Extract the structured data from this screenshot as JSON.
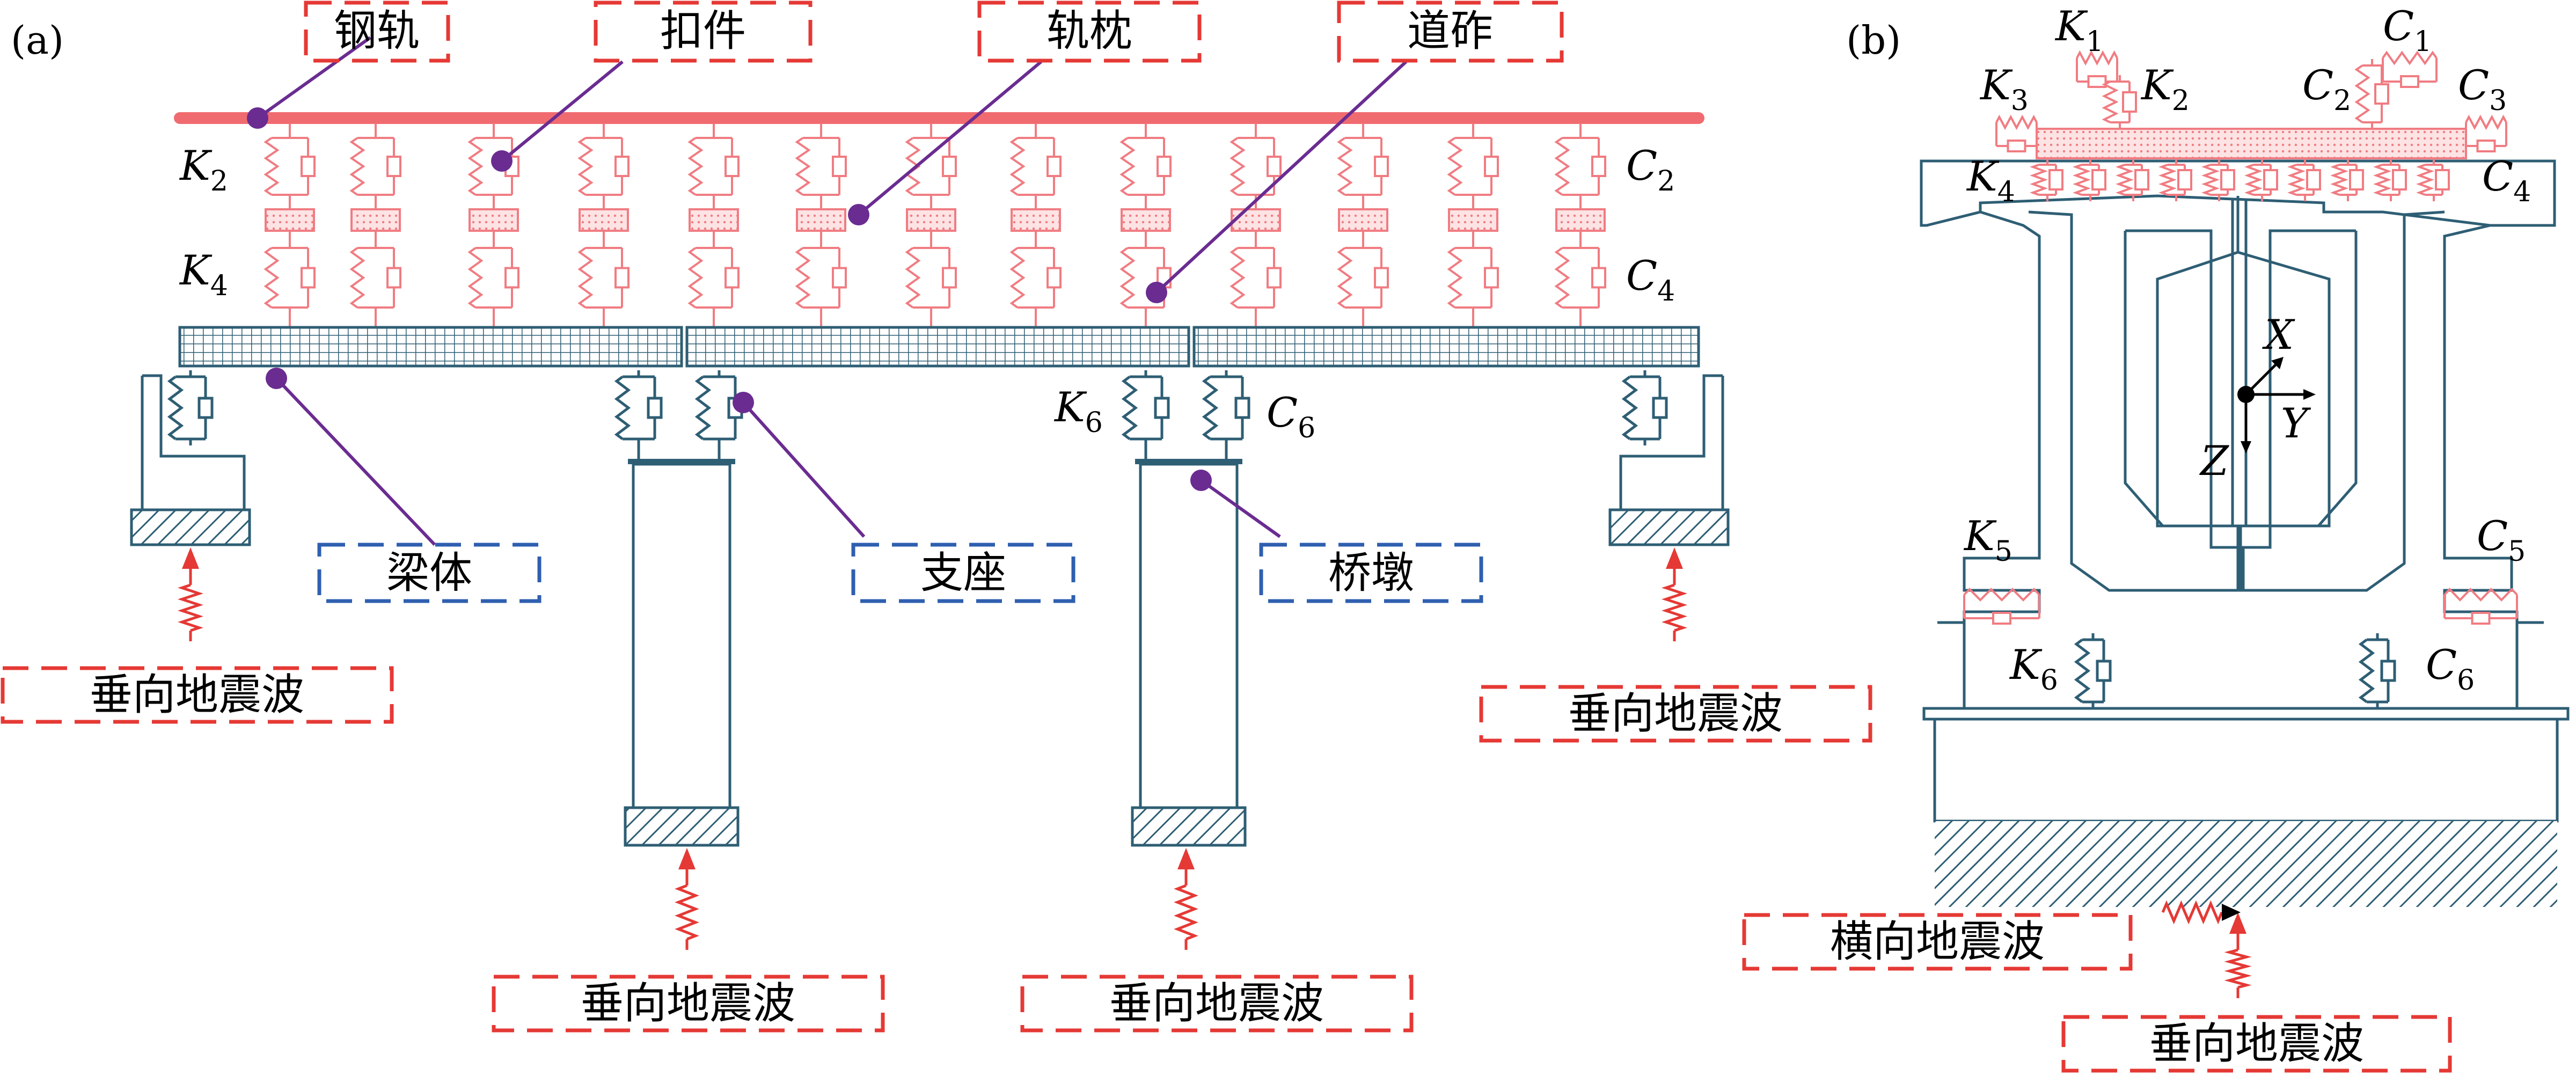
{
  "panels": {
    "a": "(a)",
    "b": "(b)"
  },
  "components_a": {
    "rail": "钢轨",
    "fastener": "扣件",
    "sleeper": "轨枕",
    "ballast": "道砟",
    "beam": "梁体",
    "bearing": "支座",
    "pier": "桥墩"
  },
  "excitation": {
    "vertical": "垂向地震波",
    "lateral": "横向地震波"
  },
  "symbols_a": {
    "K2": {
      "base": "K",
      "sub": "2"
    },
    "K4": {
      "base": "K",
      "sub": "4"
    },
    "C2": {
      "base": "C",
      "sub": "2"
    },
    "C4": {
      "base": "C",
      "sub": "4"
    },
    "K6": {
      "base": "K",
      "sub": "6"
    },
    "C6": {
      "base": "C",
      "sub": "6"
    }
  },
  "symbols_b": {
    "K1": {
      "base": "K",
      "sub": "1"
    },
    "C1": {
      "base": "C",
      "sub": "1"
    },
    "K2": {
      "base": "K",
      "sub": "2"
    },
    "C2": {
      "base": "C",
      "sub": "2"
    },
    "K3": {
      "base": "K",
      "sub": "3"
    },
    "C3": {
      "base": "C",
      "sub": "3"
    },
    "K4": {
      "base": "K",
      "sub": "4"
    },
    "C4": {
      "base": "C",
      "sub": "4"
    },
    "K5": {
      "base": "K",
      "sub": "5"
    },
    "C5": {
      "base": "C",
      "sub": "5"
    },
    "K6": {
      "base": "K",
      "sub": "6"
    },
    "C6": {
      "base": "C",
      "sub": "6"
    }
  },
  "axes": {
    "x": "X",
    "y": "Y",
    "z": "Z"
  },
  "colors": {
    "rail": "#f06b70",
    "spring": "#f07c82",
    "structure": "#2e5e74",
    "leader": "#6a2c91",
    "redbox": "#e53935",
    "bluebox": "#2f5fb0"
  }
}
